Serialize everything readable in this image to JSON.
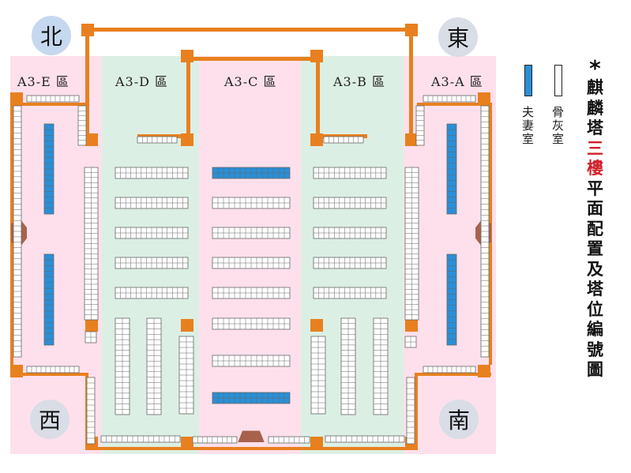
{
  "title": {
    "asterisk": "*",
    "chars": [
      "麒",
      "麟",
      "塔",
      "三",
      "樓",
      "平",
      "面",
      "配",
      "置",
      "及",
      "塔",
      "位",
      "編",
      "號",
      "圖"
    ],
    "highlight_chars": [
      "三",
      "樓"
    ],
    "highlight_color": "#d0202a",
    "text_color": "#111111"
  },
  "compass": {
    "north": "北",
    "east": "東",
    "west": "西",
    "south": "南"
  },
  "zones": [
    {
      "id": "A3-E",
      "label": "A3-E 區",
      "color": "#fde0ec"
    },
    {
      "id": "A3-D",
      "label": "A3-D 區",
      "color": "#dcefe4"
    },
    {
      "id": "A3-C",
      "label": "A3-C 區",
      "color": "#fde0ec"
    },
    {
      "id": "A3-B",
      "label": "A3-B 區",
      "color": "#dcefe4"
    },
    {
      "id": "A3-A",
      "label": "A3-A 區",
      "color": "#fde0ec"
    }
  ],
  "legend": [
    {
      "id": "couple",
      "label": "夫妻室",
      "swatch": "#2a8fd6"
    },
    {
      "id": "ash",
      "label": "骨灰室",
      "swatch": "#ffffff"
    }
  ],
  "colors": {
    "wall": "#e8801f",
    "couple": "#2a8fd6",
    "niche_border": "#666666",
    "door": "#a8624b"
  }
}
